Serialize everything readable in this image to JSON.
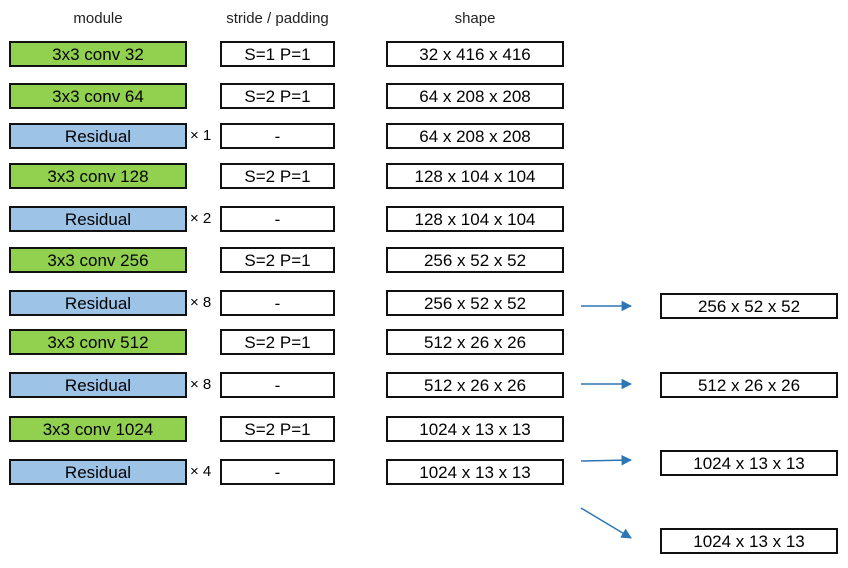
{
  "headers": {
    "module": "module",
    "stride": "stride / padding",
    "shape": "shape"
  },
  "colors": {
    "conv": "#92d050",
    "residual": "#9dc3e6",
    "arrow": "#2e75b6"
  },
  "rows": [
    {
      "module": "3x3 conv 32",
      "type": "conv",
      "repeat": "",
      "stride": "S=1 P=1",
      "shape": "32 x 416 x 416"
    },
    {
      "module": "3x3 conv 64",
      "type": "conv",
      "repeat": "",
      "stride": "S=2 P=1",
      "shape": "64 x 208 x 208"
    },
    {
      "module": "Residual",
      "type": "residual",
      "repeat": "× 1",
      "stride": "-",
      "shape": "64 x 208 x 208"
    },
    {
      "module": "3x3 conv 128",
      "type": "conv",
      "repeat": "",
      "stride": "S=2 P=1",
      "shape": "128 x 104 x 104"
    },
    {
      "module": "Residual",
      "type": "residual",
      "repeat": "× 2",
      "stride": "-",
      "shape": "128 x 104 x 104"
    },
    {
      "module": "3x3 conv 256",
      "type": "conv",
      "repeat": "",
      "stride": "S=2 P=1",
      "shape": "256 x 52 x 52"
    },
    {
      "module": "Residual",
      "type": "residual",
      "repeat": "× 8",
      "stride": "-",
      "shape": "256 x 52 x 52"
    },
    {
      "module": "3x3 conv 512",
      "type": "conv",
      "repeat": "",
      "stride": "S=2 P=1",
      "shape": "512 x 26 x 26"
    },
    {
      "module": "Residual",
      "type": "residual",
      "repeat": "× 8",
      "stride": "-",
      "shape": "512 x 26 x 26"
    },
    {
      "module": "3x3 conv 1024",
      "type": "conv",
      "repeat": "",
      "stride": "S=2 P=1",
      "shape": "1024 x 13 x 13"
    },
    {
      "module": "Residual",
      "type": "residual",
      "repeat": "× 4",
      "stride": "-",
      "shape": "1024 x 13 x 13"
    }
  ],
  "outputs": [
    "256 x 52 x 52",
    "512 x 26 x 26",
    "1024 x 13 x 13",
    "1024 x 13 x 13"
  ]
}
